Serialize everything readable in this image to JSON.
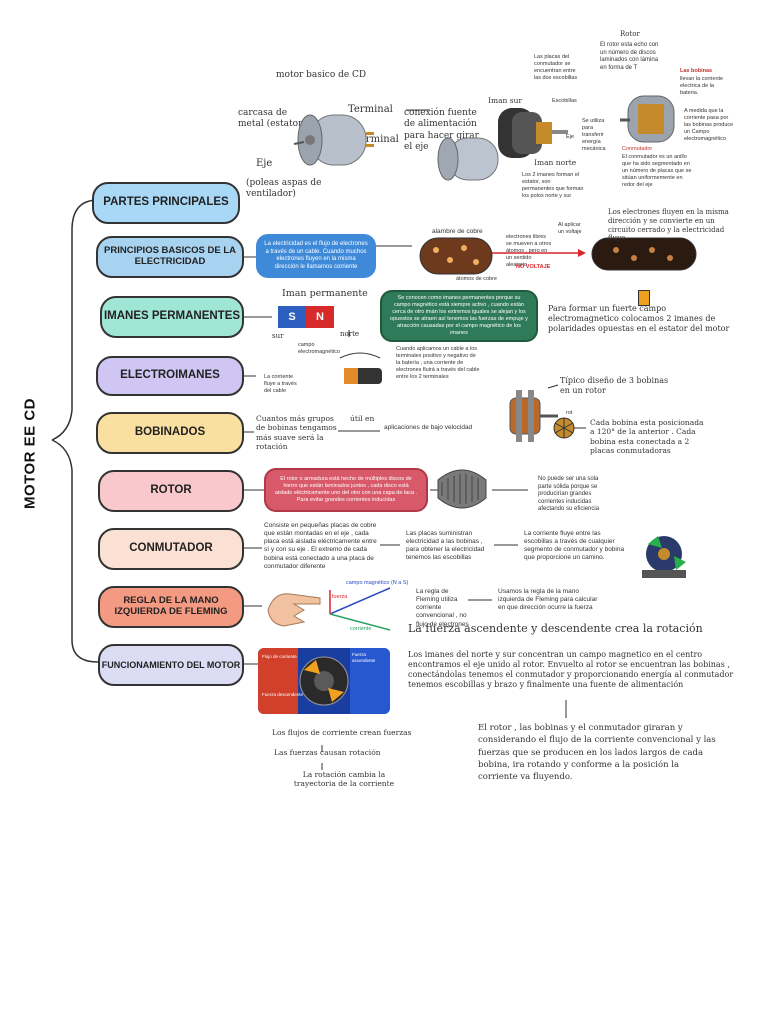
{
  "title": "MOTOR EE CD",
  "colors": {
    "blue": "#a8d8f5",
    "blue2": "#a7d2f0",
    "teal": "#9fe6d6",
    "purple": "#cfc6f3",
    "yellow": "#fae0a0",
    "pink": "#f9c8cc",
    "peach": "#fbe1d4",
    "coral": "#f59a82",
    "lavender": "#dcdcf5",
    "bubbleBlue": "#3e8ad8",
    "bubbleGreen": "#2f7a58",
    "bubbleRed": "#d85a6a",
    "redArrow": "#d9262c"
  },
  "topics": [
    {
      "label": "PARTES PRINCIPALES"
    },
    {
      "label": "PRINCIPIOS BASICOS DE LA ELECTRICIDAD"
    },
    {
      "label": "IMANES PERMANENTES"
    },
    {
      "label": "ELECTROIMANES"
    },
    {
      "label": "BOBINADOS"
    },
    {
      "label": "ROTOR"
    },
    {
      "label": "CONMUTADOR"
    },
    {
      "label": "REGLA DE LA MANO IZQUIERDA DE FLEMING"
    },
    {
      "label": "FUNCIONAMIENTO DEL MOTOR"
    }
  ],
  "partes": {
    "motor_label": "motor basico de CD",
    "carcasa": "carcasa de metal (estator)",
    "terminal1": "Terminal",
    "terminal2": "Terminal",
    "eje": "Eje",
    "poleas": "(poleas aspas de ventilador)",
    "conexion": "conexión fuente de alimentación para hacer girar el eje",
    "iman_sur": "Iman sur",
    "iman_norte": "Iman norte",
    "escobillas": "Escobillas",
    "eje2": "Eje",
    "placas": "Las placas del conmutador se encuentran entre las dos escobillas",
    "utiliza": "Se utiliza para transferir energía mecánica",
    "imanes_nota": "Los 2 imanes forman el estator, son permanentes que forman los polos norte y sur",
    "rotor_title": "Rotor",
    "rotor_desc": "El rotor esta echo con un número de discos laminados con lámina en forma de T",
    "bobinas_title": "Las bobinas",
    "bobinas_desc": "llevan la corriente electrica de la bateria.",
    "campo": "A medida que la corriente pasa por las bobinas produce un Campo electromagnético",
    "conmutador_title": "Conmutador",
    "conmutador_desc": "El conmutador es un anillo que ha sido segmentado en un número de placas que se sitúan uniformemente en redor del eje"
  },
  "electricidad": {
    "bubble": "La electricidad es el flujo de electrones a través de un cable. Cuando muchos electrones fluyen en la misma dirección le llamamos corriente",
    "alambre": "alambre de cobre",
    "electrones_libres": "electrones libres se mueven a otros átomos , pero en un sentido aleatorio",
    "no_voltaje": "NO VOLTAJE",
    "atomos": "átomos de cobre",
    "se_aplica": "Al aplicar un voltaje",
    "fluyen": "Los electrones fluyen en la misma dirección y se convierte en un circuito cerrado y la electricidad fluye"
  },
  "imanes": {
    "label": "Iman permanente",
    "s": "S",
    "n": "N",
    "sur": "sur",
    "norte": "norte",
    "bubble": "Se conocen como imanes permanentes porque su campo magnético está siempre activo , cuando están cerca de otro imán los extremos iguales se alejan y los opuestos se atraen así tenemos las fuerzas de empuje y atracción causadas por el campo magnético de los imanes",
    "formar": "Para formar un fuerte campo electromagnetico colocamos 2 imanes de polaridades opuestas en el estator del motor"
  },
  "electroimanes": {
    "campo_label": "campo electromagnético",
    "flujo": "La corriente fluye a través del cable",
    "nota": "Cuando aplicamos un cable a los terminales positivo y negativo de la batería , una corriente de electrones fluirá a través del cable entre los 2 terminales"
  },
  "bobinados": {
    "text": "Cuantos más grupos de bobinas tengamos más suave será la rotación",
    "util": "útil en",
    "aplicaciones": "aplicaciones de bajo velocidad",
    "tipico": "Típico diseño de 3 bobinas en un rotor",
    "cada": "Cada bobina esta posicionada a 120° de la anterior . Cada bobina esta conectada a 2 placas conmutadoras",
    "rot": "rot"
  },
  "rotor": {
    "bubble": "El rotor o armadura está hecho de múltiples discos de hierro que están laminados juntos , cada disco está aislado eléctricamente uno del otro con una capa de laca . Para evitar grandes corrientes inducidas",
    "no_puede": "No puede ser una sola parte sólida porque se producirían grandes corrientes inducidas afectando su eficiencia"
  },
  "conmutador": {
    "consiste": "Consiste en pequeñas placas de cobre que están montadas en el eje , cada placa está aislada eléctricamente entre sí y con su eje . El extremo de cada bobina está conectado a una placa de conmutador diferente",
    "placas": "Las placas suministran electricidad a las bobinas , para obtener la electricidad tenemos las escobillas",
    "corriente": "La corriente fluye entre las escobillas a través de cualquier segmento de conmutador y bobina que proporcione un camino."
  },
  "fleming": {
    "fuerza_label": "fuerza",
    "campo_label": "campo magnético (N a S)",
    "corriente_label": "corriente",
    "regla": "La regla de Fleming utiliza corriente convencional , no flujo de electrones",
    "usamos": "Usamos la regla de la mano izquierda de Fleming para calcular en que dirección ocurre la fuerza",
    "fuerza": "La fuerza ascendente y descendente crea la rotación"
  },
  "funcionamiento": {
    "flujo_label_a": "Flujo de corriente",
    "flujo_label_b": "Fuerza ascendente",
    "flujo_label_c": "Fuerza descendente",
    "imanes": "Los imanes del norte y sur concentran un campo magnetico en el centro encontramos el eje unido al rotor. Envuelto al rotor se encuentran las bobinas , conectándolas tenemos el conmutador y proporcionando energía al conmutador tenemos escobillas y brazo y finalmente una fuente de alimentación",
    "rotor_bobinas": "El rotor , las bobinas y el conmutador giraran y considerando el flujo de la corriente convencional y las fuerzas que se producen en los lados largos de cada bobina, ira rotando y conforme a la posición la corriente va fluyendo.",
    "flujos": "Los flujos de corriente crean fuerzas",
    "fuerzas": "Las fuerzas causan rotación",
    "rotacion": "La rotación cambia la trayectoria de la corriente"
  }
}
